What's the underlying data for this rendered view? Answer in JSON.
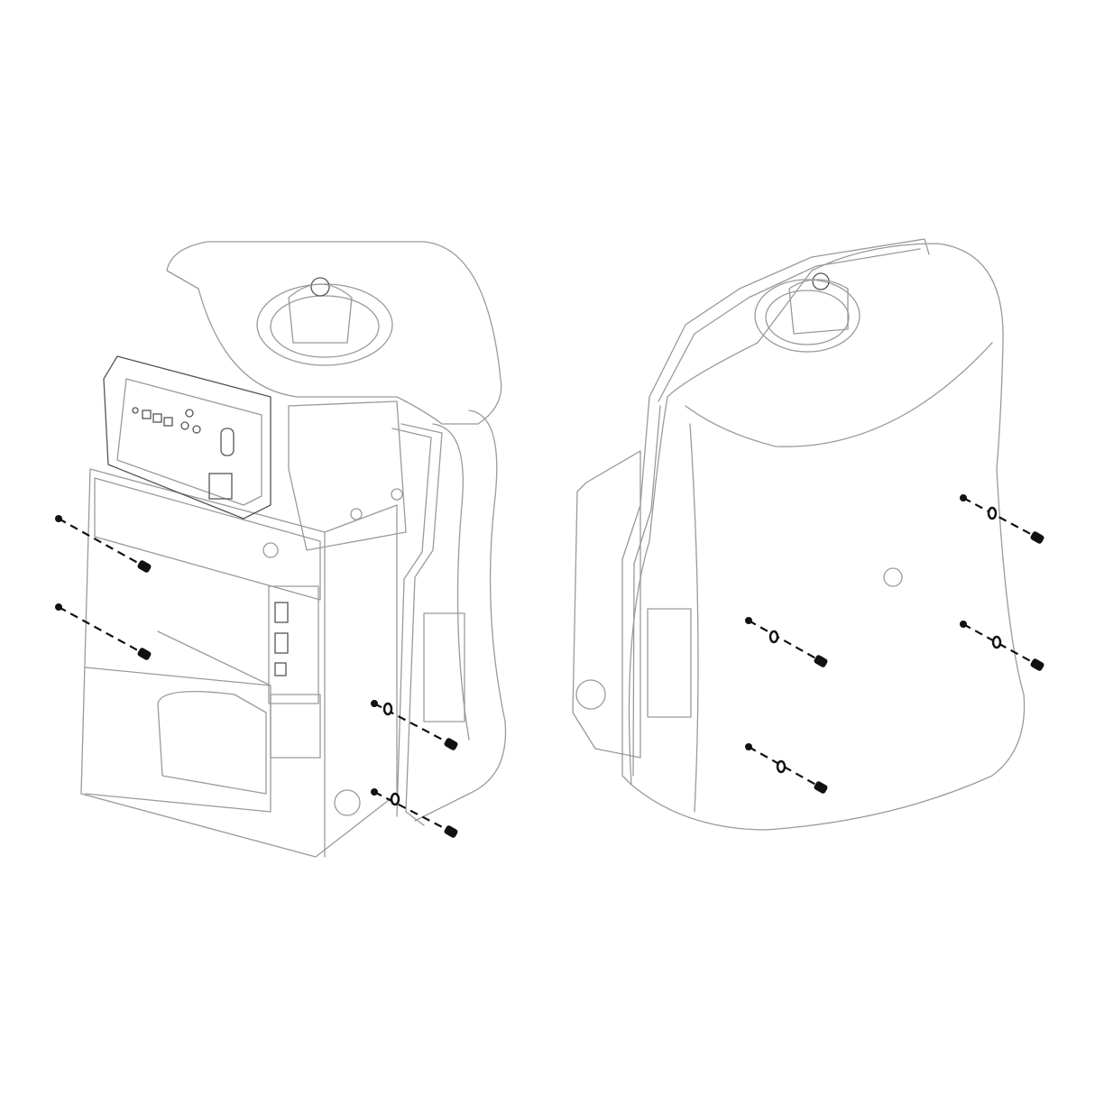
{
  "colors": {
    "line": "#9a9a9a",
    "fastener": "#111111",
    "background": "#ffffff"
  },
  "views": [
    {
      "id": "left-unit-cover-open",
      "fasteners": 4
    },
    {
      "id": "right-unit-cover-closed",
      "fasteners": 4
    }
  ]
}
